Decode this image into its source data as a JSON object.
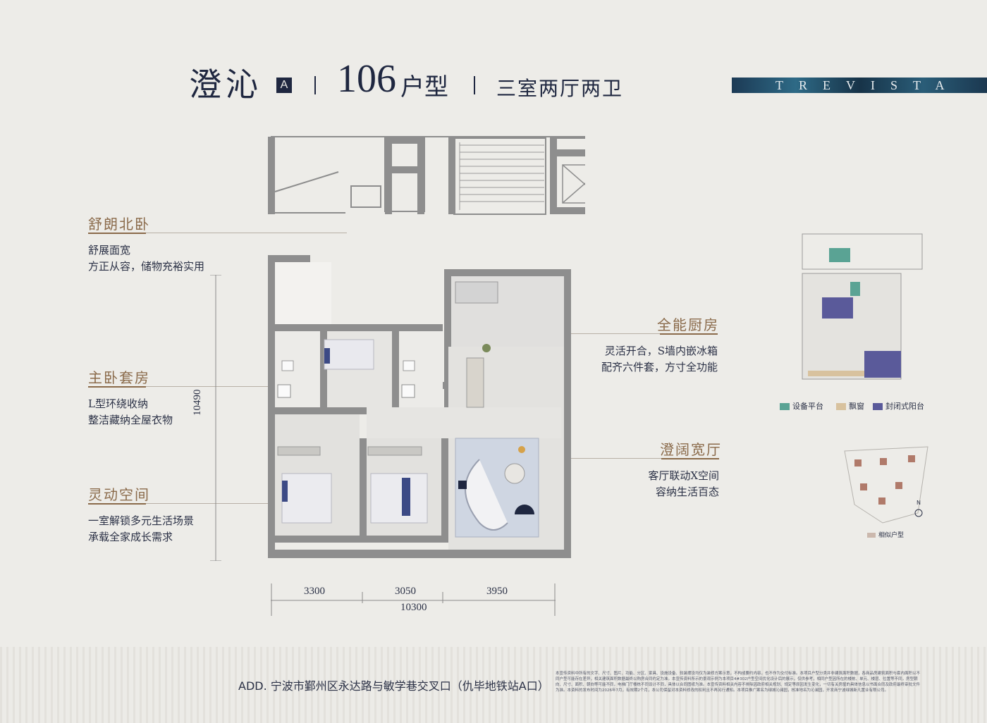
{
  "header": {
    "name": "澄沁",
    "badge": "A",
    "size": "106",
    "type": "户型",
    "rooms": "三室两厅两卫",
    "brand": "TREVISTA"
  },
  "features_left": [
    {
      "title": "舒朗北卧",
      "lines": [
        "舒展面宽",
        "方正从容，储物充裕实用"
      ]
    },
    {
      "title": "主卧套房",
      "lines": [
        "L型环绕收纳",
        "整洁藏纳全屋衣物"
      ]
    },
    {
      "title": "灵动空间",
      "lines": [
        "一室解锁多元生活场景",
        "承载全家成长需求"
      ]
    }
  ],
  "features_right": [
    {
      "title": "全能厨房",
      "lines": [
        "灵活开合，S墙内嵌冰箱",
        "配齐六件套，方寸全功能"
      ]
    },
    {
      "title": "澄阔宽厅",
      "lines": [
        "客厅联动X空间",
        "容纳生活百态"
      ]
    }
  ],
  "dimensions": {
    "vertical": "10490",
    "widths": [
      "3300",
      "3050",
      "3950"
    ],
    "total": "10300"
  },
  "legend": [
    {
      "label": "设备平台",
      "color": "#5aa394"
    },
    {
      "label": "飘窗",
      "color": "#d8c29e"
    },
    {
      "label": "封闭式阳台",
      "color": "#5a5a9a"
    }
  ],
  "site_map": {
    "legend_label": "相似户型",
    "north": "N"
  },
  "footer": {
    "address": "ADD. 宁波市鄞州区永达路与敏学巷交叉口（仇毕地铁站A口）",
    "disclaimer": "本宣传资料中所有的文字、尺寸、图片、功能、分区、家具、设施设备、软装摆设均仅为装修方案示意，不构成要约内容，也不作为交付标准。本项目户型分类并非建筑面积数据，各商品房建筑面积与套内面积以不同户型可能存在差异，相关建筑面积数据最终以购房合同约定为准。本宣传资料所示的景观示例为本项目4#302户型空间优化设计后的展示，仅供参考，相同户型因所在的楼栋、单元、楼层、位置等不同，房型朝向、尺寸、面积、朝向等可能不同，电梯门厅楼栋不同设计不同，具体以合同图纸为准。本宣传资料相关内容不排除因政府相关规划、规定等原因发生变化，一切有关房屋的具体信息以书面合同及政府最终审批文件为准。本资料的发布时间为2026年7月，有效期2个月，本公司保留对本资料修改的权利且不再另行通知。本项目推广案名为绿城沁澜园，核准地名为沁澜园，开发商宁波绿城新凡置业有限公司。"
  }
}
